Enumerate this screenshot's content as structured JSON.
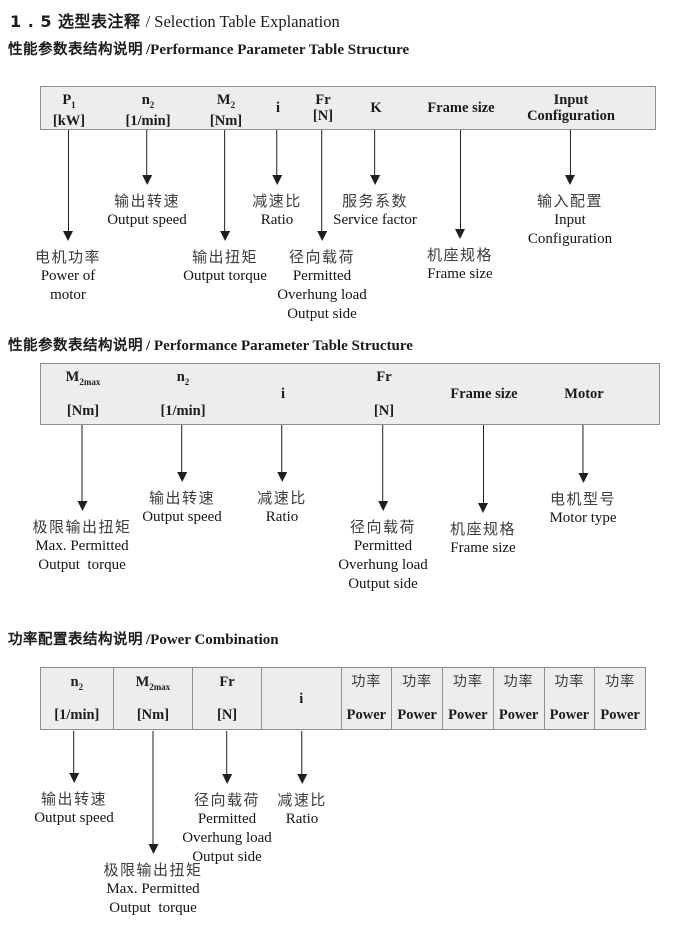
{
  "title": {
    "cn": "1 . 5 选型表注释",
    "en": "/ Selection Table Explanation"
  },
  "sections": [
    {
      "heading_cn": "性能参数表结构说明",
      "heading_en": "/Performance Parameter Table Structure",
      "table": {
        "columns": [
          {
            "sym": "P",
            "sub": "1",
            "unit": "[kW]"
          },
          {
            "sym": "n",
            "sub": "2",
            "unit": "[1/min]"
          },
          {
            "sym": "M",
            "sub": "2",
            "unit": "[Nm]"
          },
          {
            "sym": "i"
          },
          {
            "sym": "Fr",
            "unit": "[N]"
          },
          {
            "sym": "K"
          },
          {
            "sym": "Frame size"
          },
          {
            "sym": "Input",
            "unit": "Configuration"
          }
        ]
      },
      "callouts": [
        {
          "cn": "电机功率",
          "en": [
            "Power of",
            "motor"
          ]
        },
        {
          "cn": "输出转速",
          "en": [
            "Output speed"
          ]
        },
        {
          "cn": "输出扭矩",
          "en": [
            "Output torque"
          ]
        },
        {
          "cn": "减速比",
          "en": [
            "Ratio"
          ]
        },
        {
          "cn": "径向载荷",
          "en": [
            "Permitted",
            "Overhung load",
            "Output side"
          ]
        },
        {
          "cn": "服务系数",
          "en": [
            "Service factor"
          ]
        },
        {
          "cn": "机座规格",
          "en": [
            "Frame size"
          ]
        },
        {
          "cn": "输入配置",
          "en": [
            "Input",
            "Configuration"
          ]
        }
      ]
    },
    {
      "heading_cn": "性能参数表结构说明",
      "heading_en": "/ Performance Parameter Table Structure",
      "table": {
        "columns": [
          {
            "sym": "M",
            "sub": "2max",
            "unit": "[Nm]"
          },
          {
            "sym": "n",
            "sub": "2",
            "unit": "[1/min]"
          },
          {
            "sym": "i"
          },
          {
            "sym": "Fr",
            "unit": "[N]"
          },
          {
            "sym": "Frame size"
          },
          {
            "sym": "Motor"
          }
        ]
      },
      "callouts": [
        {
          "cn": "极限输出扭矩",
          "en": [
            "Max. Permitted",
            "Output  torque"
          ]
        },
        {
          "cn": "输出转速",
          "en": [
            "Output speed"
          ]
        },
        {
          "cn": "减速比",
          "en": [
            "Ratio"
          ]
        },
        {
          "cn": "径向载荷",
          "en": [
            "Permitted",
            "Overhung load",
            "Output side"
          ]
        },
        {
          "cn": "机座规格",
          "en": [
            "Frame size"
          ]
        },
        {
          "cn": "电机型号",
          "en": [
            "Motor type"
          ]
        }
      ]
    },
    {
      "heading_cn": "功率配置表结构说明",
      "heading_en": "/Power Combination",
      "table": {
        "columns": [
          {
            "sym": "n",
            "sub": "2",
            "unit": "[1/min]"
          },
          {
            "sym": "M",
            "sub": "2max",
            "unit": "[Nm]"
          },
          {
            "sym": "Fr",
            "unit": "[N]"
          },
          {
            "sym": "i"
          },
          {
            "cn": "功率",
            "en": "Power"
          },
          {
            "cn": "功率",
            "en": "Power"
          },
          {
            "cn": "功率",
            "en": "Power"
          },
          {
            "cn": "功率",
            "en": "Power"
          },
          {
            "cn": "功率",
            "en": "Power"
          },
          {
            "cn": "功率",
            "en": "Power"
          }
        ]
      },
      "callouts": [
        {
          "cn": "输出转速",
          "en": [
            "Output speed"
          ]
        },
        {
          "cn": "极限输出扭矩",
          "en": [
            "Max. Permitted",
            "Output  torque"
          ]
        },
        {
          "cn": "径向载荷",
          "en": [
            "Permitted",
            "Overhung load",
            "Output side"
          ]
        },
        {
          "cn": "减速比",
          "en": [
            "Ratio"
          ]
        }
      ]
    }
  ]
}
